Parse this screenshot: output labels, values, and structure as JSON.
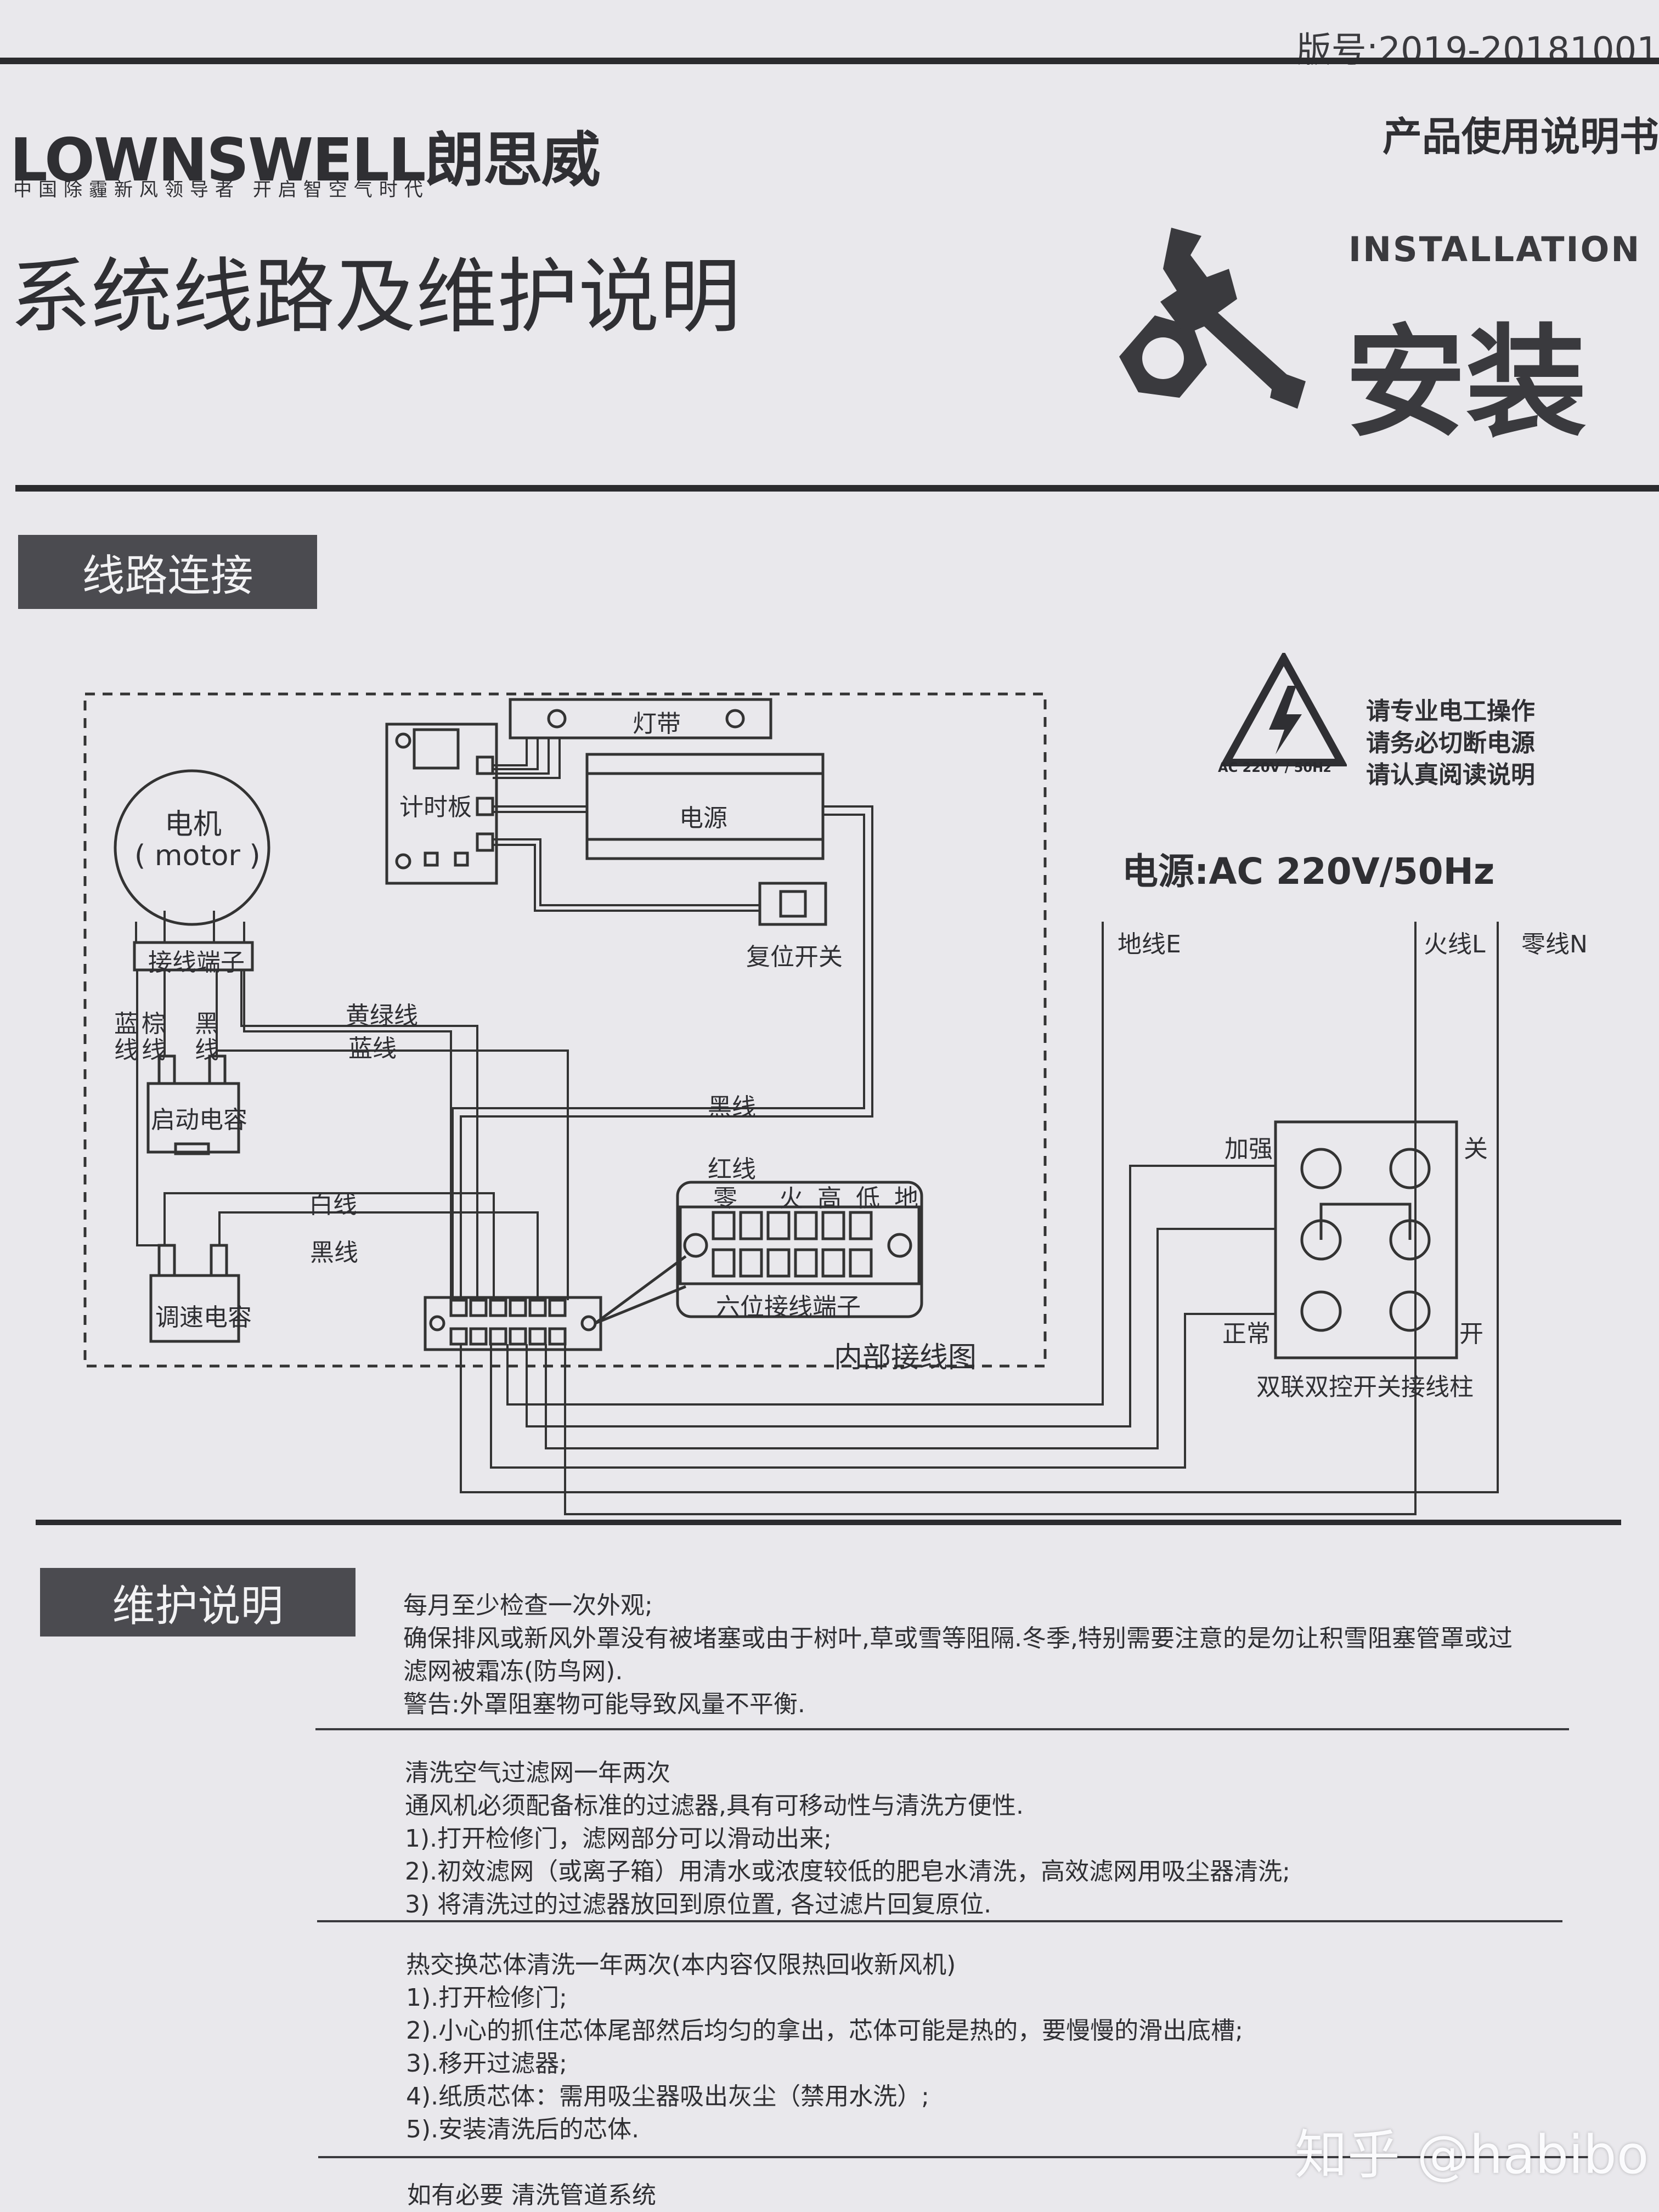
{
  "header": {
    "version": "版号:2019-20181001",
    "brand_logo": "LOWNSWELL朗思威",
    "brand_slogan": "中国除霾新风领导者  开启智空气时代",
    "manual_title": "产品使用说明书",
    "page_title": "系统线路及维护说明",
    "install_en": "INSTALLATION",
    "install_cn": "安装"
  },
  "wiring": {
    "section_label": "线路连接",
    "warning_icon_text": "AC 220V / 50Hz",
    "warning_lines": [
      "请专业电工操作",
      "请务必切断电源",
      "请认真阅读说明"
    ],
    "power_label": "电源:AC 220V/50Hz",
    "labels": {
      "light_strip": "灯带",
      "timer_board": "计时板",
      "power_supply": "电源",
      "reset_switch": "复位开关",
      "motor_cn": "电机",
      "motor_en": "( motor )",
      "terminal": "接线端子",
      "blue": "蓝",
      "brown": "棕",
      "black": "黑",
      "wire_suffix": "线",
      "yellow_green_wire": "黄绿线",
      "blue_wire": "蓝线",
      "black_wire": "黑线",
      "start_capacitor": "启动电容",
      "red_wire": "红线",
      "white_wire": "白线",
      "black_wire_2": "黑线",
      "speed_capacitor": "调速电容",
      "terminal_header": "零 　火 高 低 地",
      "six_terminal": "六位接线端子",
      "internal_diagram": "内部接线图",
      "ground": "地线E",
      "live": "火线L",
      "neutral": "零线N",
      "boost": "加强",
      "off": "关",
      "normal": "正常",
      "on": "开",
      "switch_post": "双联双控开关接线柱"
    }
  },
  "maintenance": {
    "section_label": "维护说明",
    "block1": [
      "每月至少检查一次外观;",
      "确保排风或新风外罩没有被堵塞或由于树叶,草或雪等阻隔.冬季,特别需要注意的是勿让积雪阻塞管罩或过",
      "滤网被霜冻(防鸟网).",
      "警告:外罩阻塞物可能导致风量不平衡."
    ],
    "block2": [
      "清洗空气过滤网一年两次",
      "通风机必须配备标准的过滤器,具有可移动性与清洗方便性.",
      "1).打开检修门，滤网部分可以滑动出来;",
      "2).初效滤网（或离子箱）用清水或浓度较低的肥皂水清洗，高效滤网用吸尘器清洗;",
      "3) 将清洗过的过滤器放回到原位置, 各过滤片回复原位."
    ],
    "block3": [
      "热交换芯体清洗一年两次(本内容仅限热回收新风机)",
      "1).打开检修门;",
      "2).小心的抓住芯体尾部然后均匀的拿出，芯体可能是热的，要慢慢的滑出底槽;",
      "3).移开过滤器;",
      "4).纸质芯体：需用吸尘器吸出灰尘（禁用水洗）;",
      "5).安装清洗后的芯体."
    ],
    "block4": [
      "如有必要 清洗管道系统"
    ]
  },
  "watermark": "知乎 @habibo"
}
